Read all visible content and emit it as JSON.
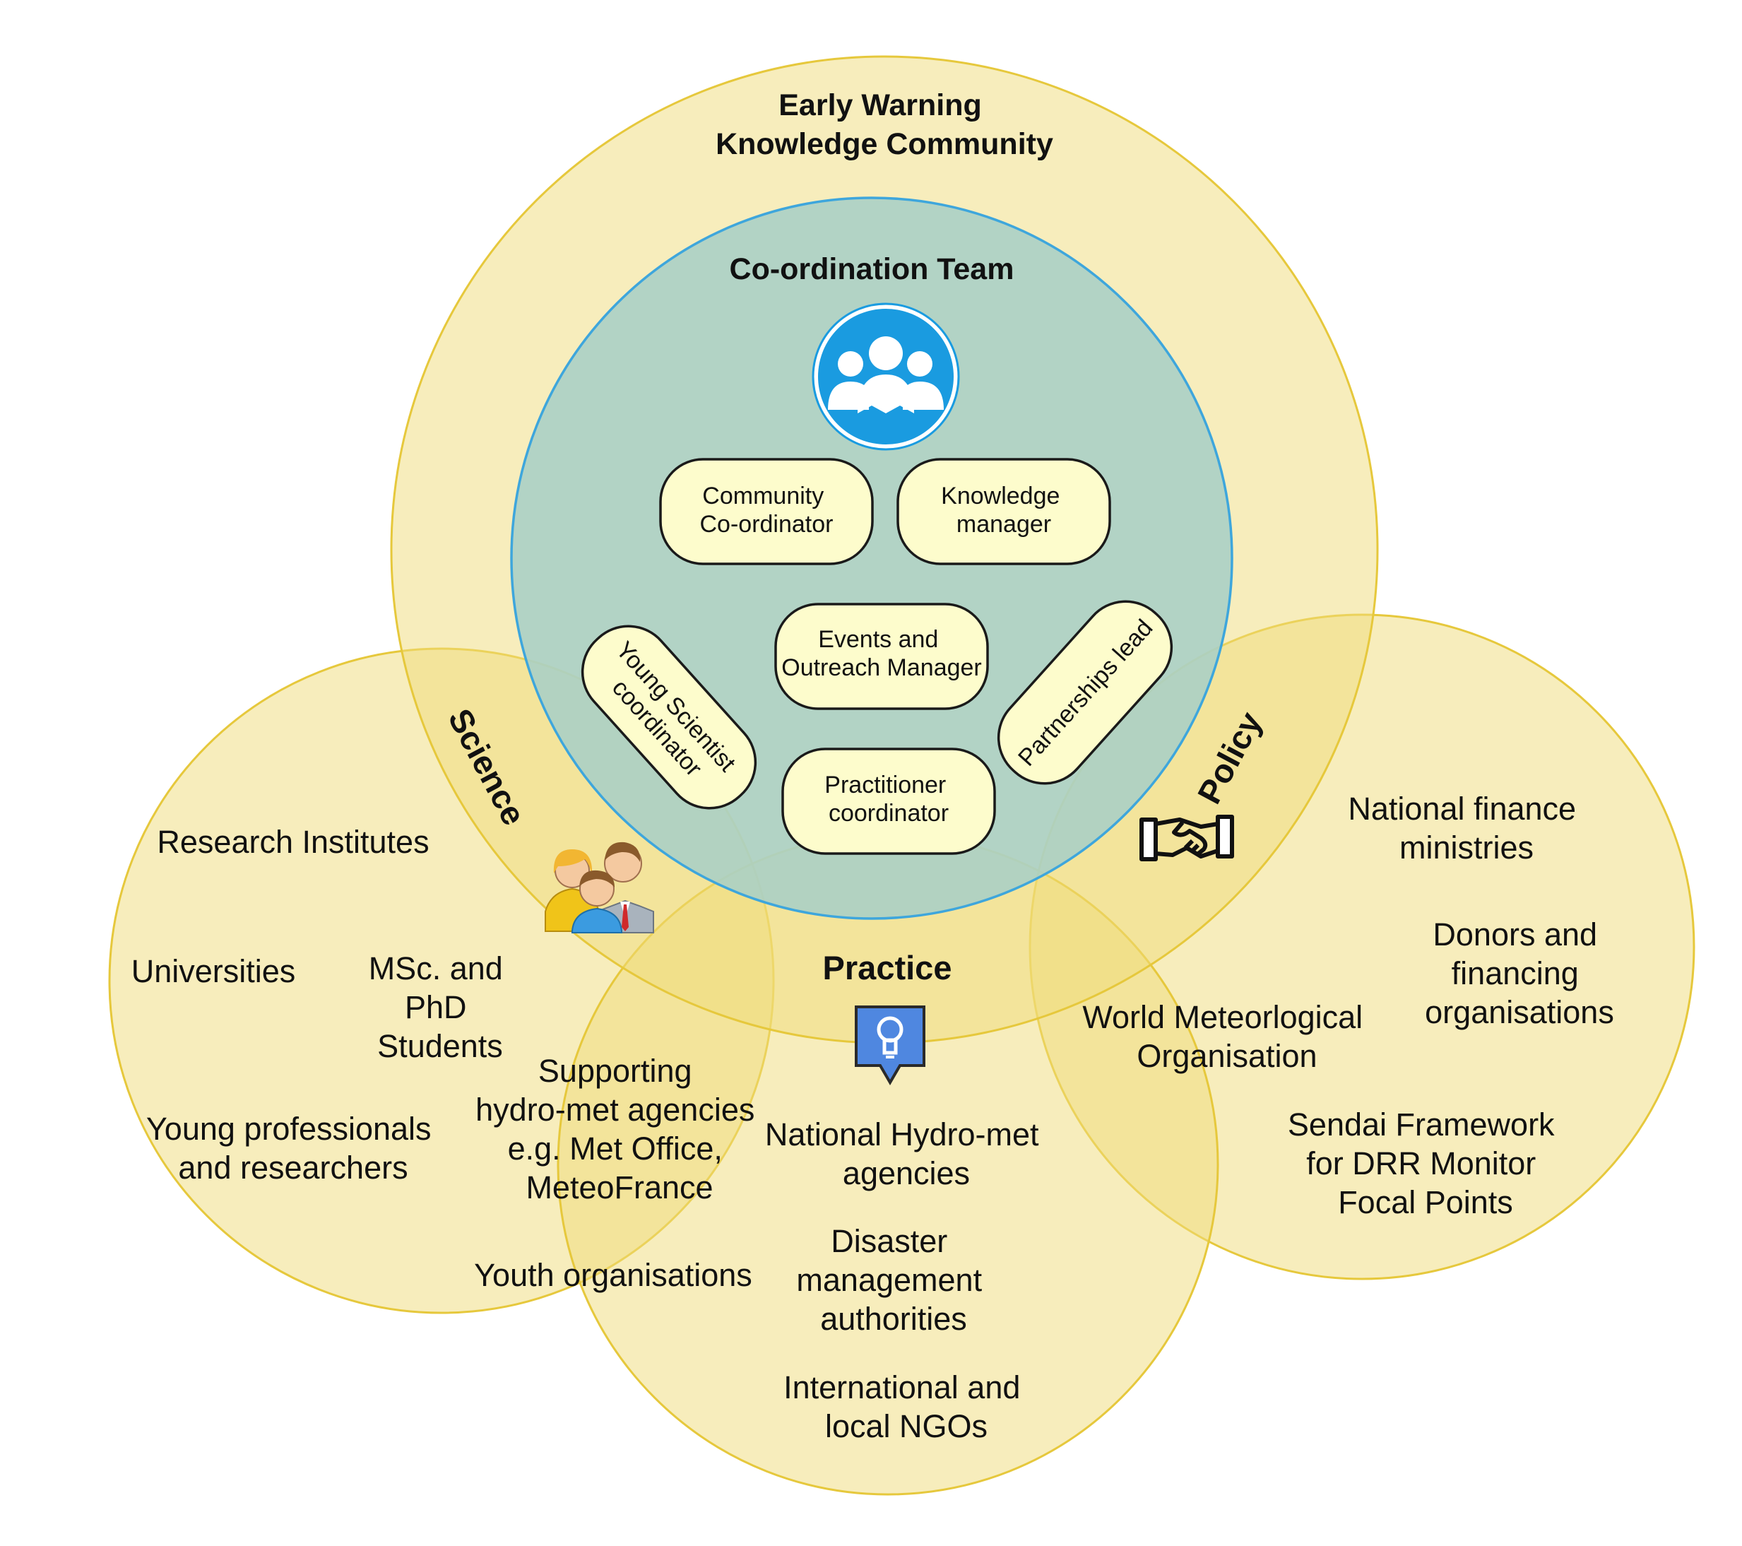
{
  "community": {
    "title_lines": [
      "Early Warning",
      "Knowledge Community"
    ]
  },
  "coordination_team": {
    "title": "Co-ordination Team",
    "icon": "team-group-icon",
    "roles": [
      {
        "id": "community-coordinator",
        "lines": [
          "Community",
          "Co-ordinator"
        ]
      },
      {
        "id": "knowledge-manager",
        "lines": [
          "Knowledge",
          "manager"
        ]
      },
      {
        "id": "events-outreach-manager",
        "lines": [
          "Events and",
          "Outreach Manager"
        ]
      },
      {
        "id": "young-scientist-coordinator",
        "lines": [
          "Young Scientist",
          "coordinator"
        ]
      },
      {
        "id": "partnerships-lead",
        "lines": [
          "Partnerships lead"
        ]
      },
      {
        "id": "practitioner-coordinator",
        "lines": [
          "Practitioner",
          "coordinator"
        ]
      }
    ]
  },
  "science": {
    "label": "Science",
    "icon": "people-group-icon",
    "members": [
      [
        "Research Institutes"
      ],
      [
        "Universities"
      ],
      [
        "MSc. and",
        "PhD",
        "Students"
      ],
      [
        "Young professionals",
        "and researchers"
      ]
    ]
  },
  "science_practice_overlap": {
    "members": [
      [
        "Supporting",
        "hydro-met agencies",
        "e.g. Met Office,",
        "MeteoFrance"
      ],
      [
        "Youth organisations"
      ]
    ]
  },
  "practice": {
    "label": "Practice",
    "icon": "lightbulb-marker-icon",
    "members": [
      [
        "National Hydro-met",
        "agencies"
      ],
      [
        "Disaster",
        "management",
        "authorities"
      ],
      [
        "International and",
        "local NGOs"
      ]
    ]
  },
  "policy": {
    "label": "Policy",
    "icon": "handshake-icon",
    "members": [
      [
        "National finance",
        "ministries"
      ],
      [
        "Donors and",
        "financing",
        "organisations"
      ],
      [
        "World Meteorlogical",
        "Organisation"
      ],
      [
        "Sendai Framework",
        "for DRR Monitor",
        "Focal Points"
      ]
    ]
  },
  "colors": {
    "outer_fill": "#f0dc7a",
    "outer_stroke": "#e6c83c",
    "team_fill": "#a9cfc6",
    "team_stroke": "#3ea6dc",
    "role_fill": "#fdfccc",
    "icon_blue": "#1a9be0"
  }
}
